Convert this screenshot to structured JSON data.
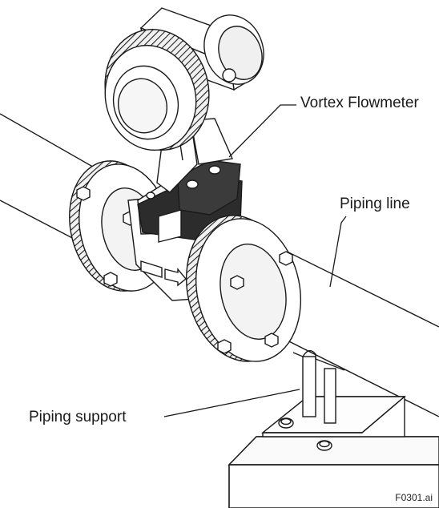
{
  "labels": {
    "vortex_flowmeter": "Vortex Flowmeter",
    "piping_line": "Piping line",
    "piping_support": "Piping support"
  },
  "figure_id": "F0301.ai",
  "colors": {
    "ink": "#1a1a1a",
    "shade": "#3a3a3a",
    "dark": "#111111",
    "light": "#e9e9e9"
  }
}
